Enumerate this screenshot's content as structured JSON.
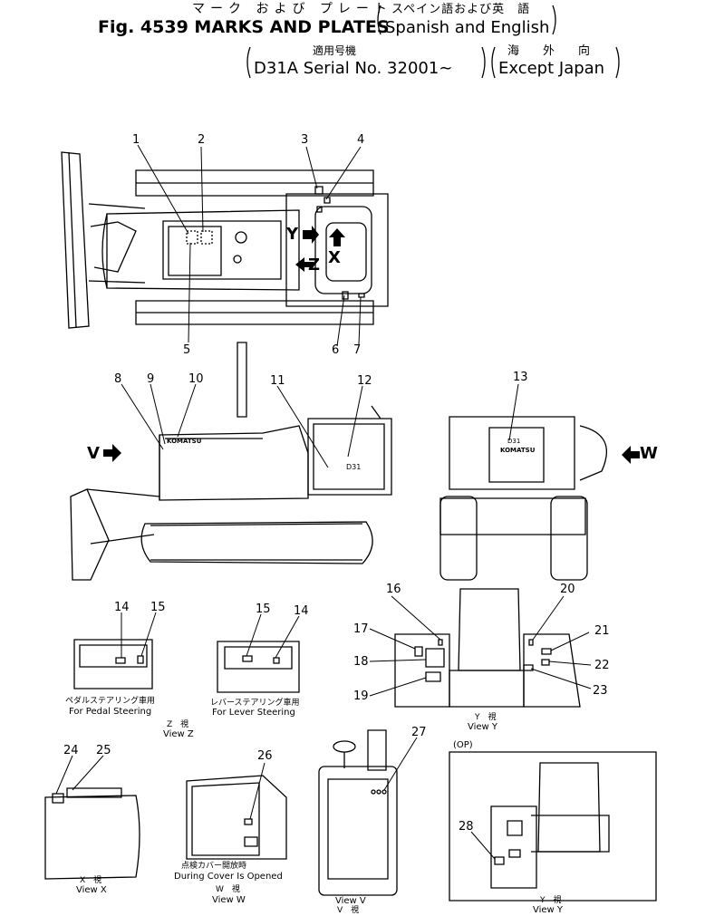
{
  "header": {
    "jp_title": "マーク および プレート",
    "fig_title": "Fig. 4539 MARKS AND PLATES",
    "lang_jp": "スペイン語および英　語",
    "lang_en": "Spanish and English",
    "applic_jp": "適用号機",
    "serial": "D31A Serial No. 32001∼",
    "dest_jp": "海　　外　　向",
    "dest_en": "Except Japan"
  },
  "callouts": [
    "1",
    "2",
    "3",
    "4",
    "5",
    "6",
    "7",
    "8",
    "9",
    "10",
    "11",
    "12",
    "13",
    "14",
    "15",
    "15",
    "14",
    "16",
    "17",
    "18",
    "19",
    "20",
    "21",
    "22",
    "23",
    "24",
    "25",
    "26",
    "27",
    "28"
  ],
  "view_arrows": {
    "y": "Y",
    "x": "X",
    "z": "Z",
    "v": "V",
    "w": "W"
  },
  "machine_marks": {
    "komatsu_side": "KOMATSU",
    "model_side": "D31",
    "model_rear": "D31",
    "komatsu_rear": "KOMATSU"
  },
  "views": {
    "pedal_jp": "ペダルステアリング車用",
    "pedal_en": "For Pedal Steering",
    "lever_jp": "レバーステアリング車用",
    "lever_en": "For Lever Steering",
    "z_jp": "Z　視",
    "z_en": "View Z",
    "y_jp": "Y　視",
    "y_en": "View Y",
    "x_jp": "X　視",
    "x_en": "View X",
    "w_cover_jp": "点検カバー開放時",
    "w_cover_en": "During Cover Is Opened",
    "w_jp": "W　視",
    "w_en": "View W",
    "v_en": "View V",
    "v_jp": "V　視",
    "op": "(OP)",
    "y2_jp": "Y　視",
    "y2_en": "View Y"
  }
}
